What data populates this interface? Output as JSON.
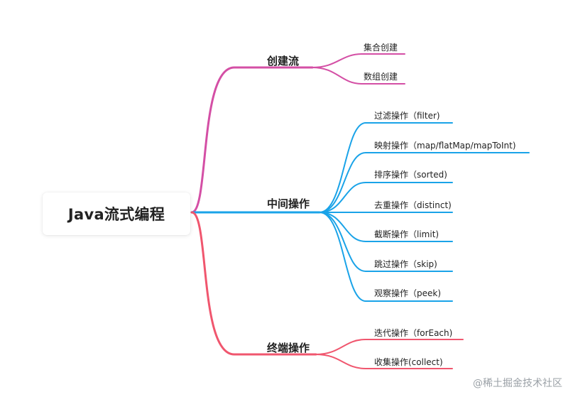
{
  "root": {
    "label": "Java流式编程"
  },
  "branches": [
    {
      "label": "创建流",
      "color": "#d44fa5",
      "leaves": [
        "集合创建",
        "数组创建"
      ]
    },
    {
      "label": "中间操作",
      "color": "#1aa3e8",
      "leaves": [
        "过滤操作（filter)",
        "映射操作（map/flatMap/mapToInt)",
        "排序操作（sorted)",
        "去重操作（distinct)",
        "截断操作（limit)",
        "跳过操作（skip)",
        "观察操作（peek)"
      ]
    },
    {
      "label": "终端操作",
      "color": "#f0566e",
      "leaves": [
        "迭代操作（forEach)",
        "收集操作(collect)"
      ]
    }
  ],
  "watermark": "@稀土掘金技术社区"
}
